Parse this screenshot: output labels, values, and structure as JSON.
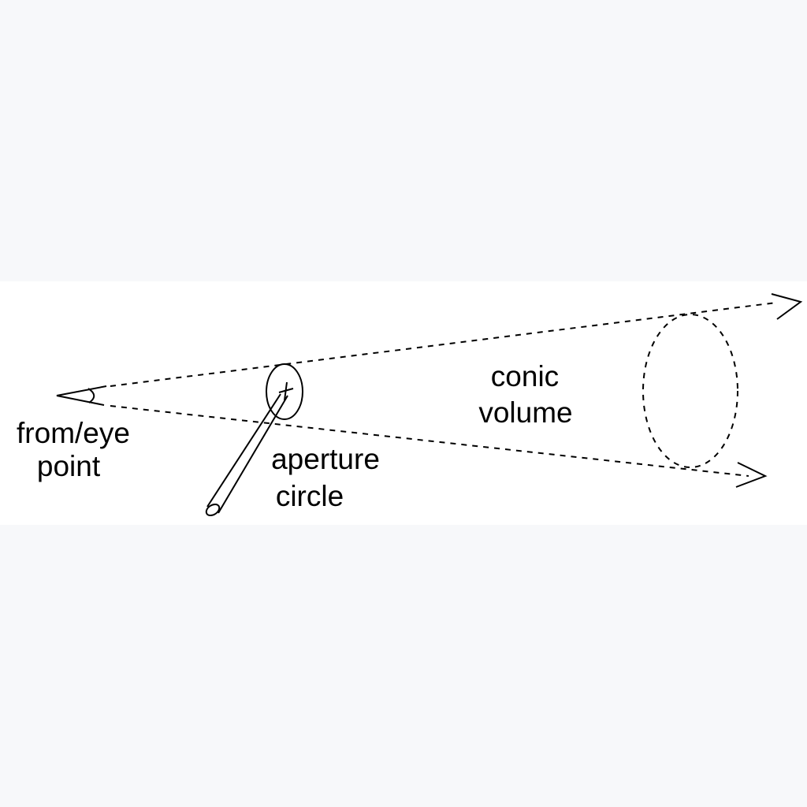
{
  "diagram": {
    "labels": {
      "eye_line1": "from/eye",
      "eye_line2": "point",
      "aperture_line1": "aperture",
      "aperture_line2": "circle",
      "volume_line1": "conic",
      "volume_line2": "volume"
    },
    "colors": {
      "background": "#f7f8fa",
      "figure": "#ffffff",
      "ink": "#000000"
    }
  }
}
